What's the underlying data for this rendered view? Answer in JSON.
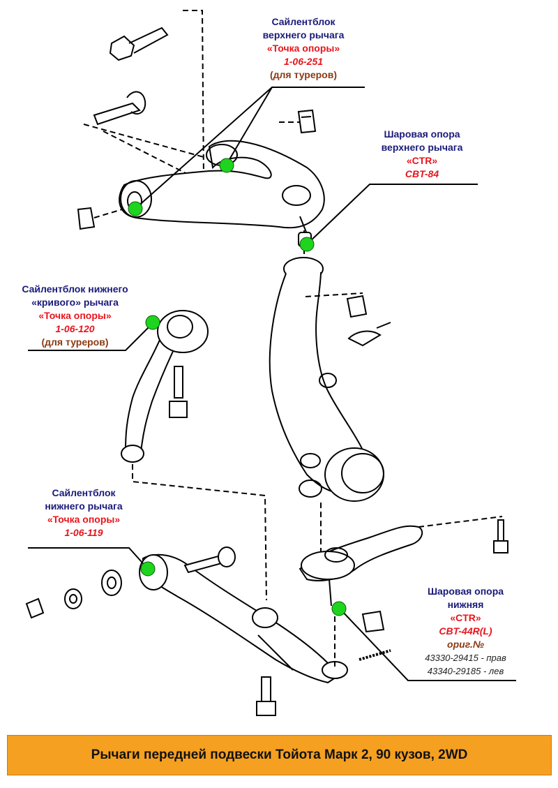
{
  "labels": {
    "upper_bushing": {
      "line1": "Сайлентблок",
      "line2": "верхнего рычага",
      "brand": "«Точка опоры»",
      "code": "1-06-251",
      "note": "(для туреров)"
    },
    "upper_ball_joint": {
      "line1": "Шаровая опора",
      "line2": "верхнего рычага",
      "brand": "«CTR»",
      "code": "CBT-84"
    },
    "lower_curved_bushing": {
      "line1": "Сайлентблок нижнего",
      "line2": "«кривого» рычага",
      "brand": "«Точка опоры»",
      "code": "1-06-120",
      "note": "(для туреров)"
    },
    "lower_bushing": {
      "line1": "Сайлентблок",
      "line2": "нижнего рычага",
      "brand": "«Точка опоры»",
      "code": "1-06-119"
    },
    "lower_ball_joint": {
      "line1": "Шаровая опора",
      "line2": "нижняя",
      "brand": "«CTR»",
      "code": "CBT-44R(L)",
      "orig_label": "ориг.№",
      "orig_right": "43330-29415 - прав",
      "orig_left": "43340-29185 - лев"
    }
  },
  "caption": "Рычаги передней подвески Тойота Марк 2, 90 кузов, 2WD",
  "colors": {
    "marker": "#1ed41e",
    "caption_bg": "#f5a021",
    "label_title": "#1a1a7a",
    "label_brand": "#e8141c",
    "label_note": "#8b3a12"
  }
}
